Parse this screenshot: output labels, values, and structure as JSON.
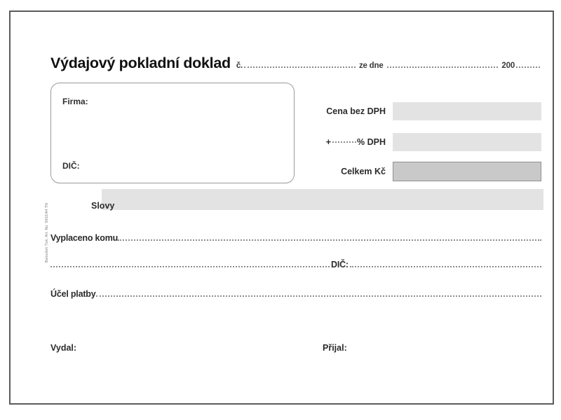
{
  "document": {
    "title": "Výdajový pokladní doklad",
    "side_code": "Baloušek Tisk, Art. No. 5602/A4 TN",
    "header": {
      "number_label": "č.",
      "date_label": "ze dne",
      "year_label": "200"
    },
    "firma_box": {
      "firma_label": "Firma:",
      "dic_label": "DIČ:"
    },
    "amounts": {
      "rows": [
        {
          "label": "Cena bez DPH",
          "value": "",
          "style": "light"
        },
        {
          "label_prefix": "+",
          "label_suffix": "% DPH",
          "value": "",
          "style": "light"
        },
        {
          "label": "Celkem  Kč",
          "value": "",
          "style": "total"
        }
      ]
    },
    "slovy": {
      "label": "Slovy",
      "value": ""
    },
    "lines": {
      "paid_to_label": "Vyplaceno komu",
      "paid_to_value": "",
      "dic_label": "DIČ:",
      "dic_value": "",
      "purpose_label": "Účel platby",
      "purpose_value": ""
    },
    "signatures": {
      "issued_by_label": "Vydal:",
      "received_by_label": "Přijal:"
    }
  },
  "colors": {
    "frame_border": "#5b5b5b",
    "field_light": "#e3e3e3",
    "field_total": "#c9c9c9",
    "box_border": "#9a9a9a",
    "dots": "#8d8d8d",
    "text": "#2b2b2b"
  }
}
